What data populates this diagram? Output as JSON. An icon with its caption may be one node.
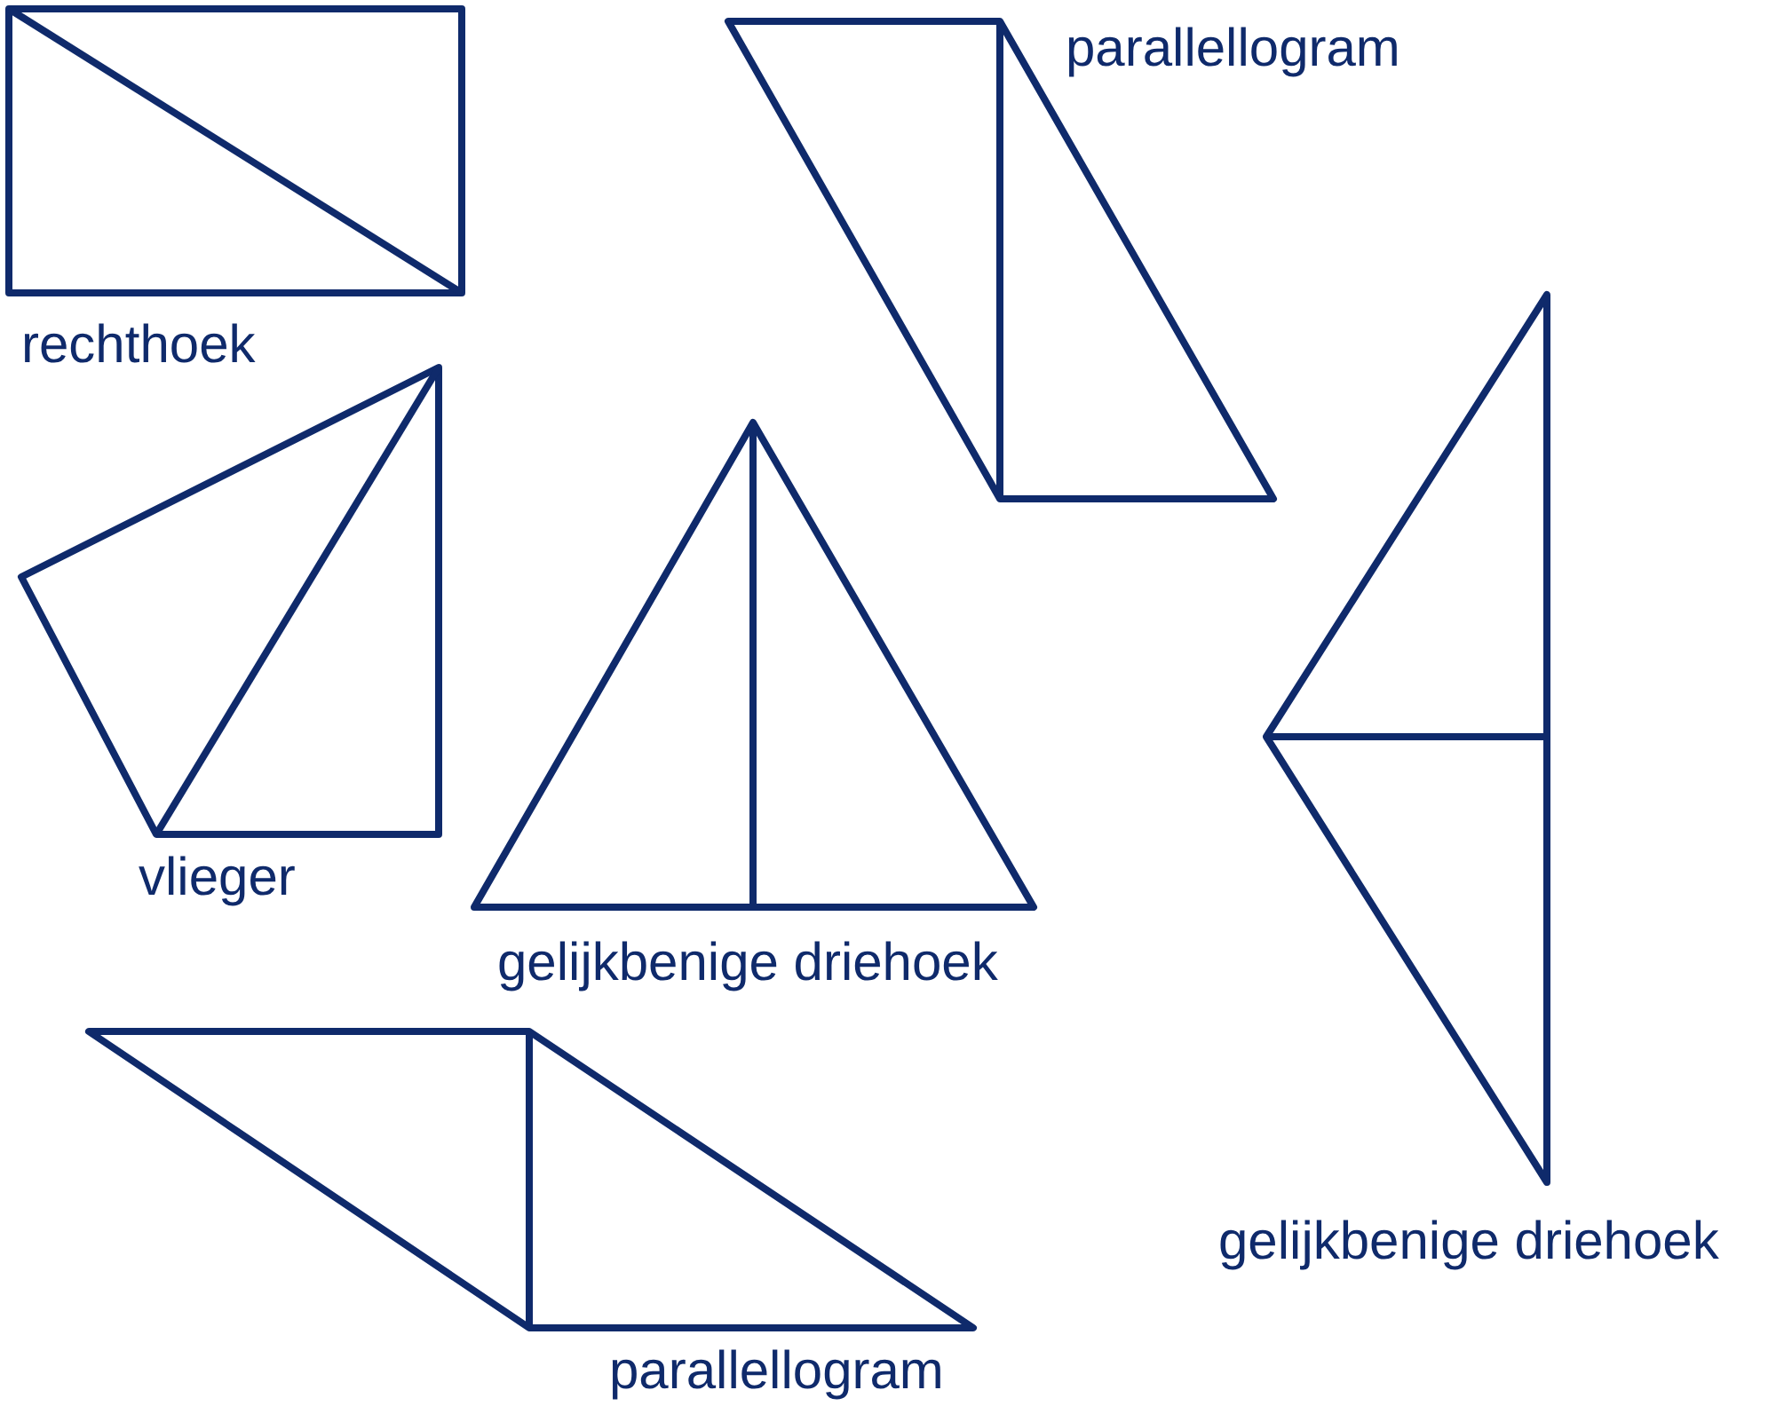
{
  "diagram": {
    "nodes": [
      {
        "text": [
          "rechthoek"
        ]
      },
      {
        "text": [
          "parallellogram"
        ]
      },
      {
        "text": [
          "vlieger"
        ]
      },
      {
        "text": [
          "gelijkbenige driehoek"
        ]
      },
      {
        "text": [
          "parallellogram"
        ]
      },
      {
        "text": [
          "gelijkbenige driehoek"
        ]
      }
    ]
  }
}
